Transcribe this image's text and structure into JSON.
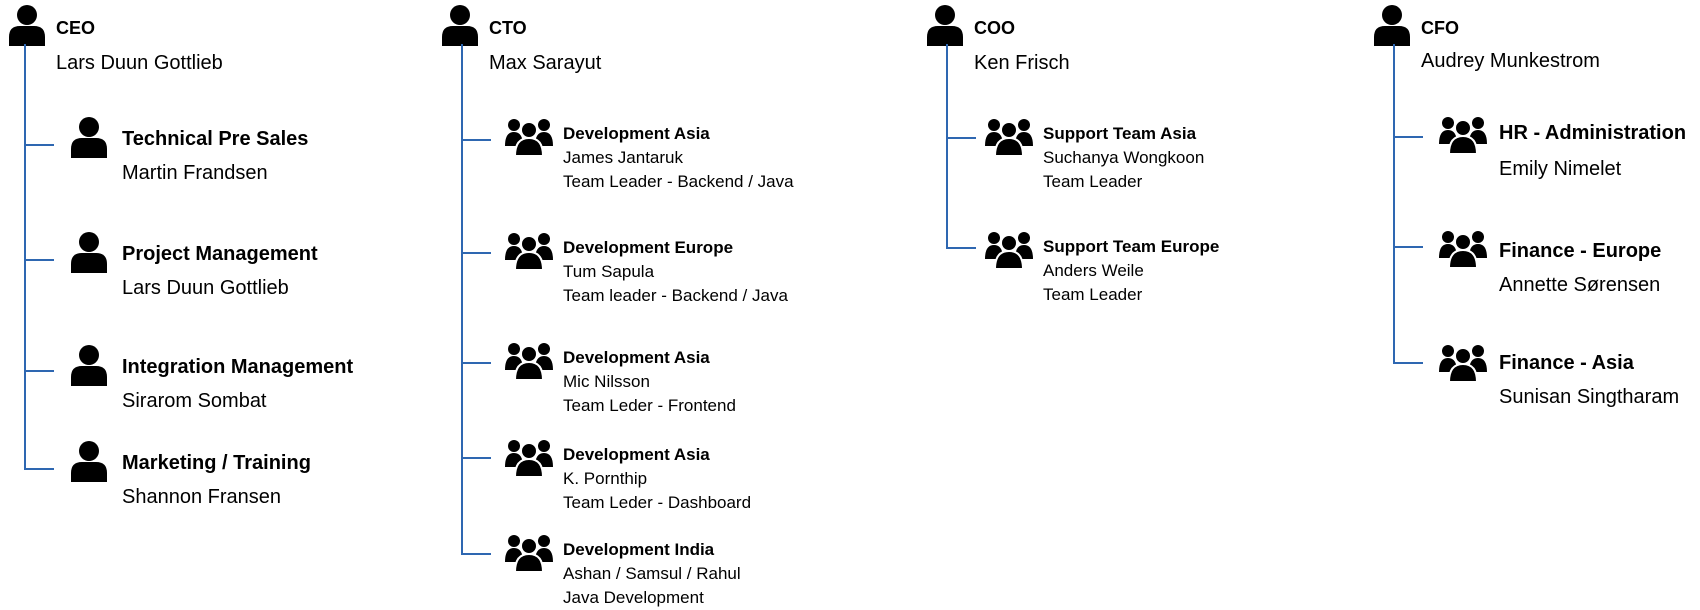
{
  "colors": {
    "connector": "#2e67b1",
    "icon": "#000000"
  },
  "columns": [
    {
      "title": "CEO",
      "name": "Lars Duun Gottlieb",
      "icon": "person-icon",
      "items": [
        {
          "title": "Technical Pre Sales",
          "name": "Martin Frandsen",
          "icon": "person-icon"
        },
        {
          "title": "Project Management",
          "name": "Lars Duun Gottlieb",
          "icon": "person-icon"
        },
        {
          "title": "Integration Management",
          "name": "Sirarom Sombat",
          "icon": "person-icon"
        },
        {
          "title": "Marketing / Training",
          "name": "Shannon  Fransen",
          "icon": "person-icon"
        }
      ]
    },
    {
      "title": "CTO",
      "name": "Max Sarayut",
      "icon": "person-icon",
      "items": [
        {
          "title": "Development   Asia",
          "name": "James Jantaruk",
          "role": "Team Leader - Backend / Java",
          "icon": "group-icon"
        },
        {
          "title": "Development Europe",
          "name": "Tum Sapula",
          "role": "Team leader  - Backend / Java",
          "icon": "group-icon"
        },
        {
          "title": "Development  Asia",
          "name": "Mic Nilsson",
          "role": "Team Leder - Frontend",
          "icon": "group-icon"
        },
        {
          "title": "Development  Asia",
          "name": "K. Pornthip",
          "role": "Team Leder - Dashboard",
          "icon": "group-icon"
        },
        {
          "title": "Development  India",
          "name": "Ashan / Samsul / Rahul",
          "role": "Java Development",
          "icon": "group-icon"
        }
      ]
    },
    {
      "title": "COO",
      "name": "Ken Frisch",
      "icon": "person-icon",
      "items": [
        {
          "title": "Support Team Asia",
          "name": "Suchanya  Wongkoon",
          "role": "Team Leader",
          "icon": "group-icon"
        },
        {
          "title": "Support Team Europe",
          "name": "Anders Weile",
          "role": "Team Leader",
          "icon": "group-icon"
        }
      ]
    },
    {
      "title": "CFO",
      "name": "Audrey Munkestrom",
      "icon": "person-icon",
      "items": [
        {
          "title": "HR - Administration",
          "name": "Emily Nimelet",
          "icon": "group-icon"
        },
        {
          "title": "Finance - Europe",
          "name": "Annette Sørensen",
          "icon": "group-icon"
        },
        {
          "title": "Finance - Asia",
          "name": "Sunisan Singtharam",
          "icon": "group-icon"
        }
      ]
    }
  ]
}
